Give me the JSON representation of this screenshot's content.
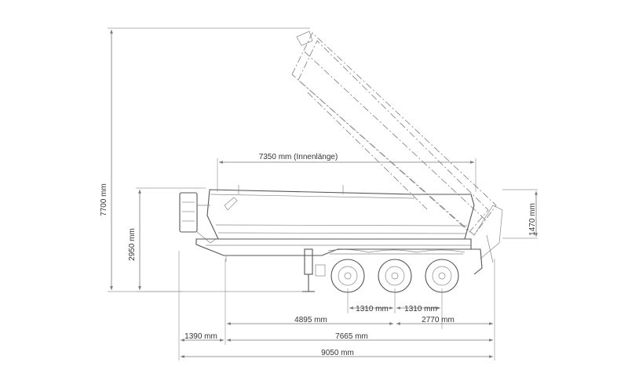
{
  "dimensions": {
    "inner_length": "7350 mm (Innenlänge)",
    "total_height_tipped": "7700 mm",
    "height": "2950 mm",
    "side_height": "1470 mm",
    "axle_spacing_1": "1310 mm",
    "axle_spacing_2": "1310 mm",
    "kingpin_to_axle": "4895 mm",
    "rear_overhang": "2770 mm",
    "front_overhang": "1390 mm",
    "body_length": "7665 mm",
    "total_length": "9050 mm"
  },
  "colors": {
    "line": "#555555",
    "dimension": "#777777",
    "text": "#333333"
  }
}
